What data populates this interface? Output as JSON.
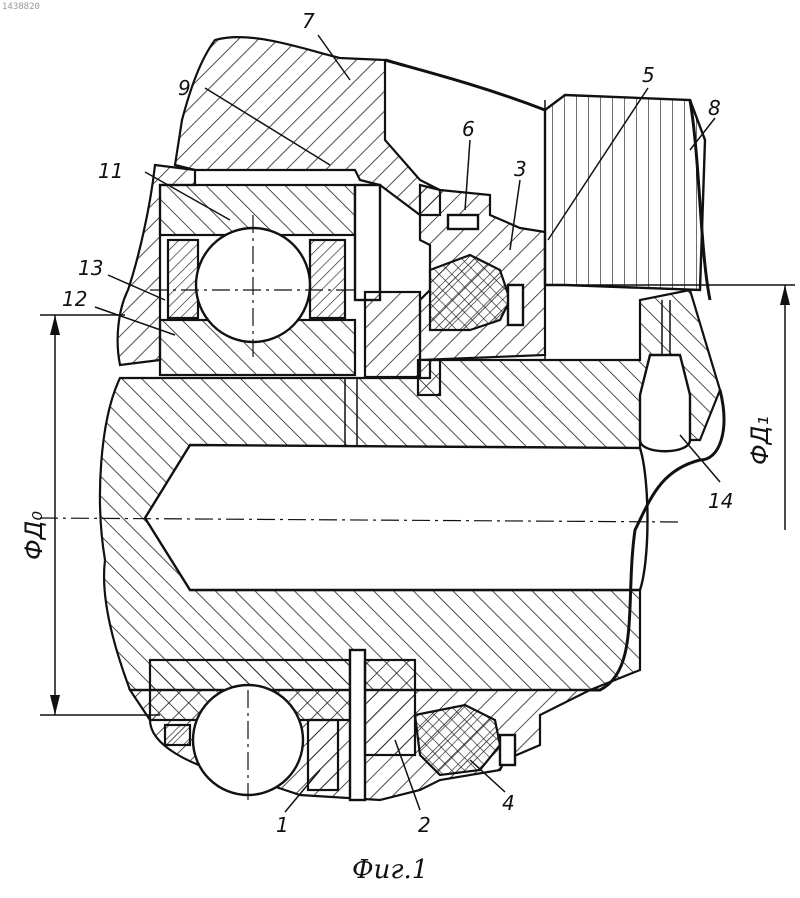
{
  "figure": {
    "caption": "Фиг.1",
    "corner_mark": "1438820"
  },
  "dimensions": {
    "outer_diameter": "ФД₀",
    "inner_diameter": "ФД₁"
  },
  "callouts": [
    "1",
    "2",
    "3",
    "4",
    "5",
    "6",
    "7",
    "8",
    "9",
    "11",
    "12",
    "13",
    "14"
  ]
}
